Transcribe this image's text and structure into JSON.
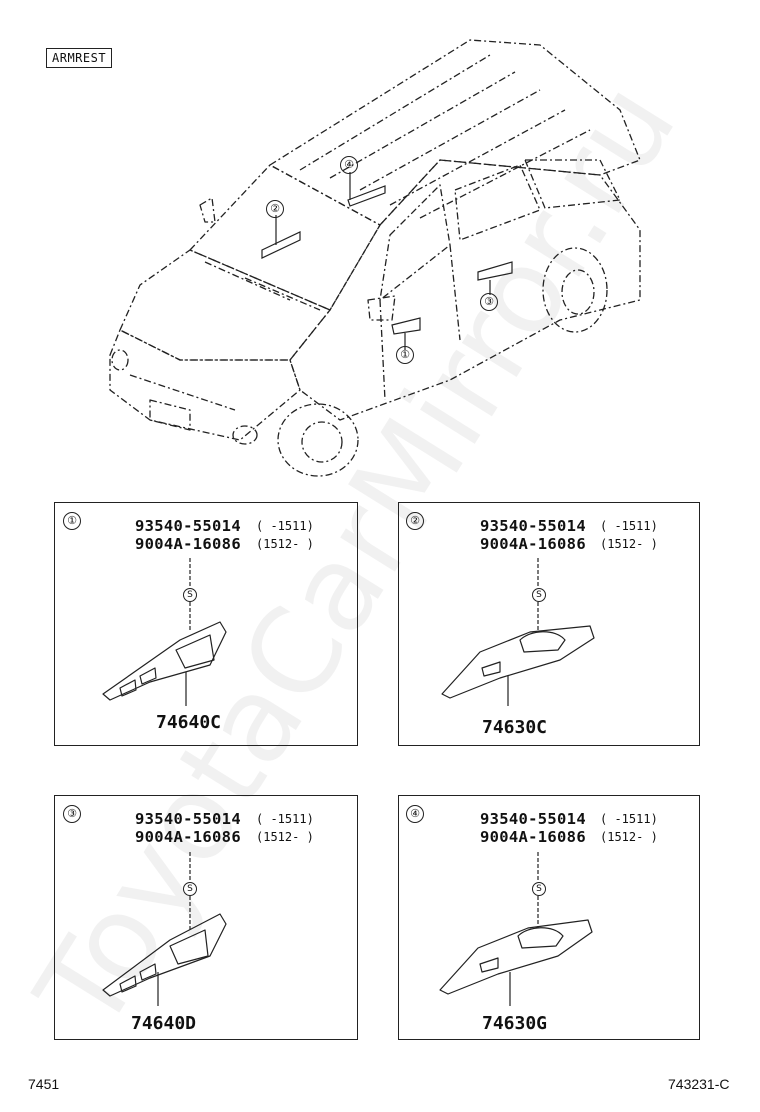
{
  "section_label": "ARMREST",
  "watermark": "ToyotaCarMirror.ru",
  "vehicle_callouts": [
    "①",
    "②",
    "③",
    "④"
  ],
  "panels": [
    {
      "callout": "①",
      "lines": [
        {
          "part_no": "93540-55014",
          "range": "(  -1511)"
        },
        {
          "part_no": "9004A-16086",
          "range": "(1512-  )"
        }
      ],
      "screw_symbol": "S",
      "part_label": "74640C"
    },
    {
      "callout": "②",
      "lines": [
        {
          "part_no": "93540-55014",
          "range": "(  -1511)"
        },
        {
          "part_no": "9004A-16086",
          "range": "(1512-  )"
        }
      ],
      "screw_symbol": "S",
      "part_label": "74630C"
    },
    {
      "callout": "③",
      "lines": [
        {
          "part_no": "93540-55014",
          "range": "(  -1511)"
        },
        {
          "part_no": "9004A-16086",
          "range": "(1512-  )"
        }
      ],
      "screw_symbol": "S",
      "part_label": "74640D"
    },
    {
      "callout": "④",
      "lines": [
        {
          "part_no": "93540-55014",
          "range": "(  -1511)"
        },
        {
          "part_no": "9004A-16086",
          "range": "(1512-  )"
        }
      ],
      "screw_symbol": "S",
      "part_label": "74630G"
    }
  ],
  "footer": {
    "left": "7451",
    "right": "743231-C"
  }
}
